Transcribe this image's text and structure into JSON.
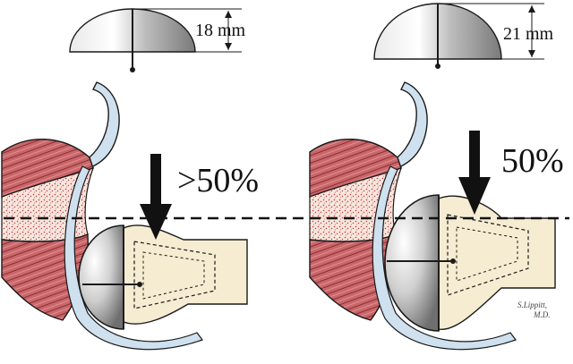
{
  "left_panel": {
    "head_height_label": "18 mm",
    "load_label": ">50%"
  },
  "right_panel": {
    "head_height_label": "21 mm",
    "load_label": "50%"
  },
  "signature": {
    "line1": "S.Lippitt,",
    "line2": "M.D."
  },
  "colors": {
    "muscle": "#c9666a",
    "bone": "#f6ecd2",
    "cartilage": "#cfe0ee",
    "metal_light": "#f2f2f2",
    "metal_dark": "#8a8a8a",
    "outline": "#1a1a1a"
  }
}
